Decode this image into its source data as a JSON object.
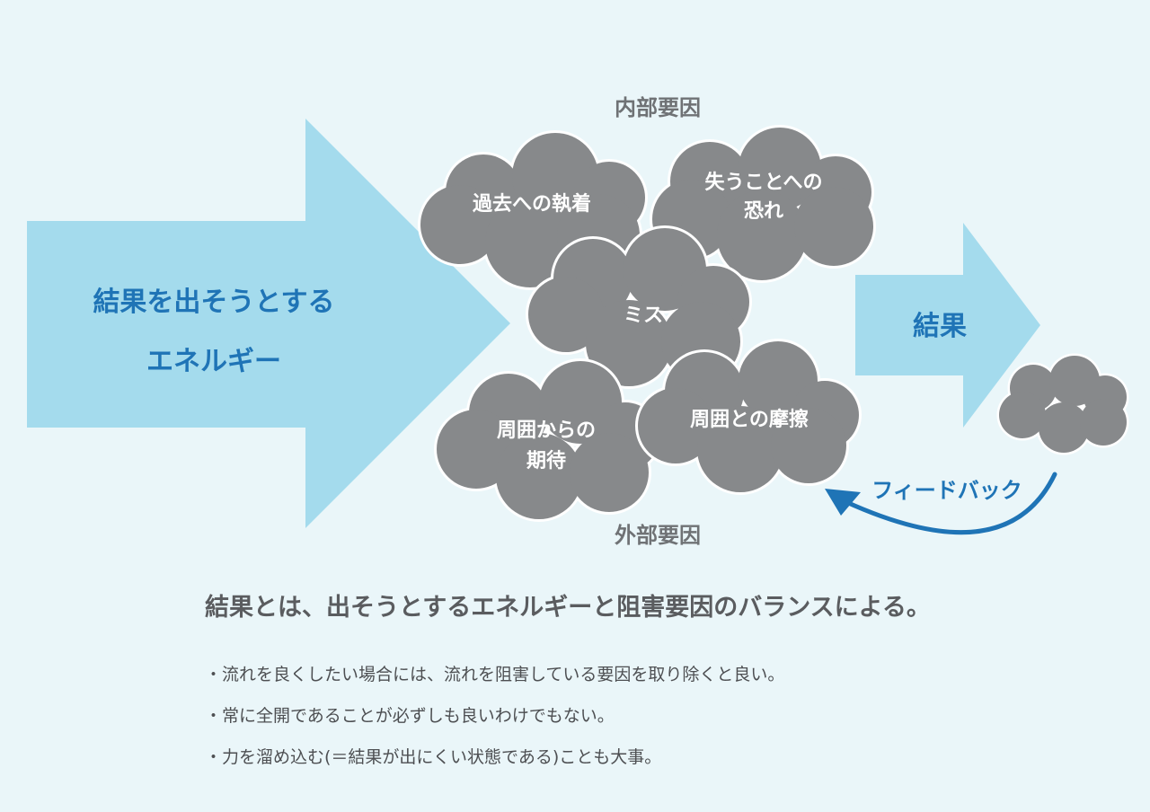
{
  "diagram": {
    "internal_label": "内部要因",
    "external_label": "外部要因",
    "energy_arrow": {
      "line1": "結果を出そうとする",
      "line2": "エネルギー"
    },
    "result_arrow": "結果",
    "feedback": "フィードバック",
    "clouds": {
      "past": {
        "line1": "過去への執着"
      },
      "fear": {
        "line1": "失うことへの",
        "line2": "恐れ"
      },
      "mistake": {
        "line1": "ミス"
      },
      "expectation": {
        "line1": "周囲からの",
        "line2": "期待"
      },
      "friction": {
        "line1": "周囲との摩擦"
      }
    },
    "colors": {
      "arrow": "#a4dbed",
      "cloud": "#87898b",
      "accent": "#1f74b6",
      "background": "#eaf6f9"
    }
  },
  "summary": "結果とは、出そうとするエネルギーと阻害要因のバランスによる。",
  "bullets": [
    "・流れを良くしたい場合には、流れを阻害している要因を取り除くと良い。",
    "・常に全開であることが必ずしも良いわけでもない。",
    "・力を溜め込む(＝結果が出にくい状態である)ことも大事。"
  ]
}
